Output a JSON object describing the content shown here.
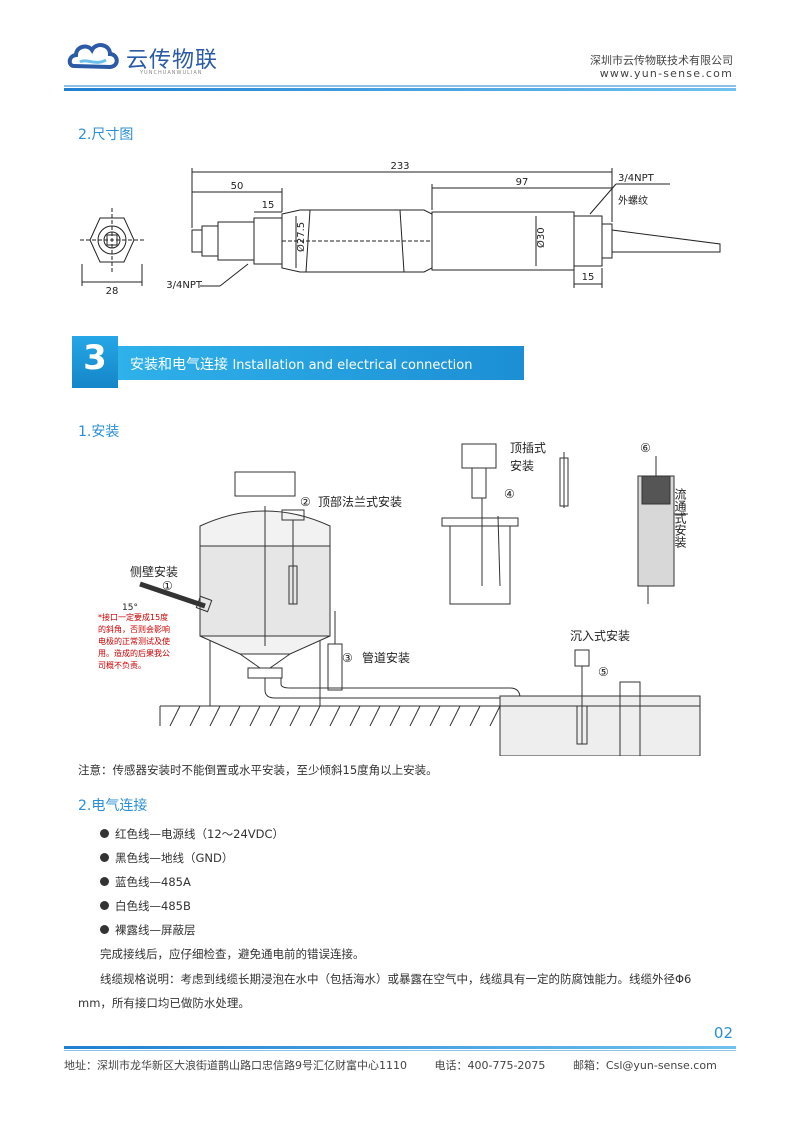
{
  "header": {
    "logo_text": "云传物联",
    "logo_sub": "YUNCHUANWULIAN",
    "company_name": "深圳市云传物联技术有限公司",
    "website": "www.yun-sense.com"
  },
  "dimensions": {
    "title": "2.尺寸图",
    "labels": {
      "total": "233",
      "d50": "50",
      "d97": "97",
      "d15_left": "15",
      "d15_right": "15",
      "dia_small": "Ø27.5",
      "dia_large": "Ø30",
      "npt_right": "3/4NPT",
      "thread_right": "外螺纹",
      "npt_left": "3/4NPT",
      "width": "28"
    }
  },
  "chapter": {
    "number": "3",
    "title_cn": "安装和电气连接",
    "title_en": "Installation and electrical connection"
  },
  "install": {
    "title": "1.安装",
    "labels": {
      "side": "侧壁安装",
      "top_flange": "顶部法兰式安装",
      "pipe": "管道安装",
      "top_insert_1": "顶插式",
      "top_insert_2": "安装",
      "flow": "流通式安装",
      "sink": "沉入式安装",
      "n1": "①",
      "n2": "②",
      "n3": "③",
      "n4": "④",
      "n5": "⑤",
      "n6": "⑥",
      "angle": "15°",
      "warning_1": "*接口一定要成15度",
      "warning_2": "的斜角，否则会影响",
      "warning_3": "电极的正常测试及使",
      "warning_4": "用。造成的后果我公",
      "warning_5": "司概不负责。"
    },
    "note": "注意：传感器安装时不能倒置或水平安装，至少倾斜15度角以上安装。"
  },
  "electrical": {
    "title": "2.电气连接",
    "items": [
      "红色线—电源线（12～24VDC）",
      "黑色线—地线（GND）",
      "蓝色线—485A",
      "白色线—485B",
      "裸露线—屏蔽层"
    ],
    "para1": "完成接线后，应仔细检查，避免通电前的错误连接。",
    "para2_line1": "线缆规格说明：考虑到线缆长期浸泡在水中（包括海水）或暴露在空气中，线缆具有一定的防腐蚀能力。线缆外径Φ6",
    "para2_line2": "mm，所有接口均已做防水处理。"
  },
  "page_number": "02",
  "footer": {
    "address": "地址：深圳市龙华新区大浪街道鹊山路口忠信路9号汇亿财富中心1110",
    "phone": "电话：400-775-2075",
    "email": "邮箱：Csl@yun-sense.com"
  },
  "colors": {
    "accent": "#2a8fd4",
    "banner": "#1c8fd4",
    "logo": "#2b5aa6"
  }
}
